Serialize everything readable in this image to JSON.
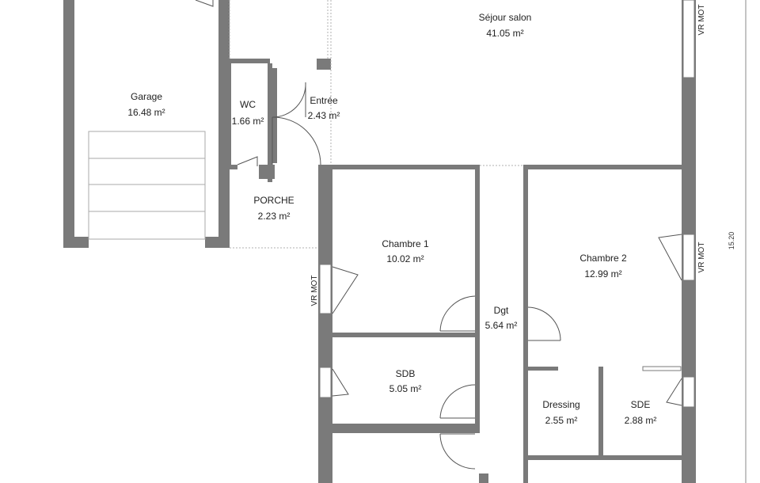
{
  "colors": {
    "wall": "#7a7a7a",
    "door": "#555555",
    "dotted": "#b0b0b0",
    "text": "#222222"
  },
  "rooms": {
    "sejour": {
      "name": "Séjour salon",
      "area": "41.05 m²"
    },
    "garage": {
      "name": "Garage",
      "area": "16.48 m²"
    },
    "wc": {
      "name": "WC",
      "area": "1.66 m²"
    },
    "entree": {
      "name": "Entrée",
      "area": "2.43 m²"
    },
    "porche": {
      "name": "PORCHE",
      "area": "2.23 m²"
    },
    "chambre1": {
      "name": "Chambre 1",
      "area": "10.02 m²"
    },
    "chambre2": {
      "name": "Chambre 2",
      "area": "12.99 m²"
    },
    "dgt": {
      "name": "Dgt",
      "area": "5.64 m²"
    },
    "sdb": {
      "name": "SDB",
      "area": "5.05 m²"
    },
    "dressing": {
      "name": "Dressing",
      "area": "2.55 m²"
    },
    "sde": {
      "name": "SDE",
      "area": "2.88 m²"
    }
  },
  "annotations": {
    "vr_mot": "VR MOT",
    "dimension": "15.20"
  }
}
